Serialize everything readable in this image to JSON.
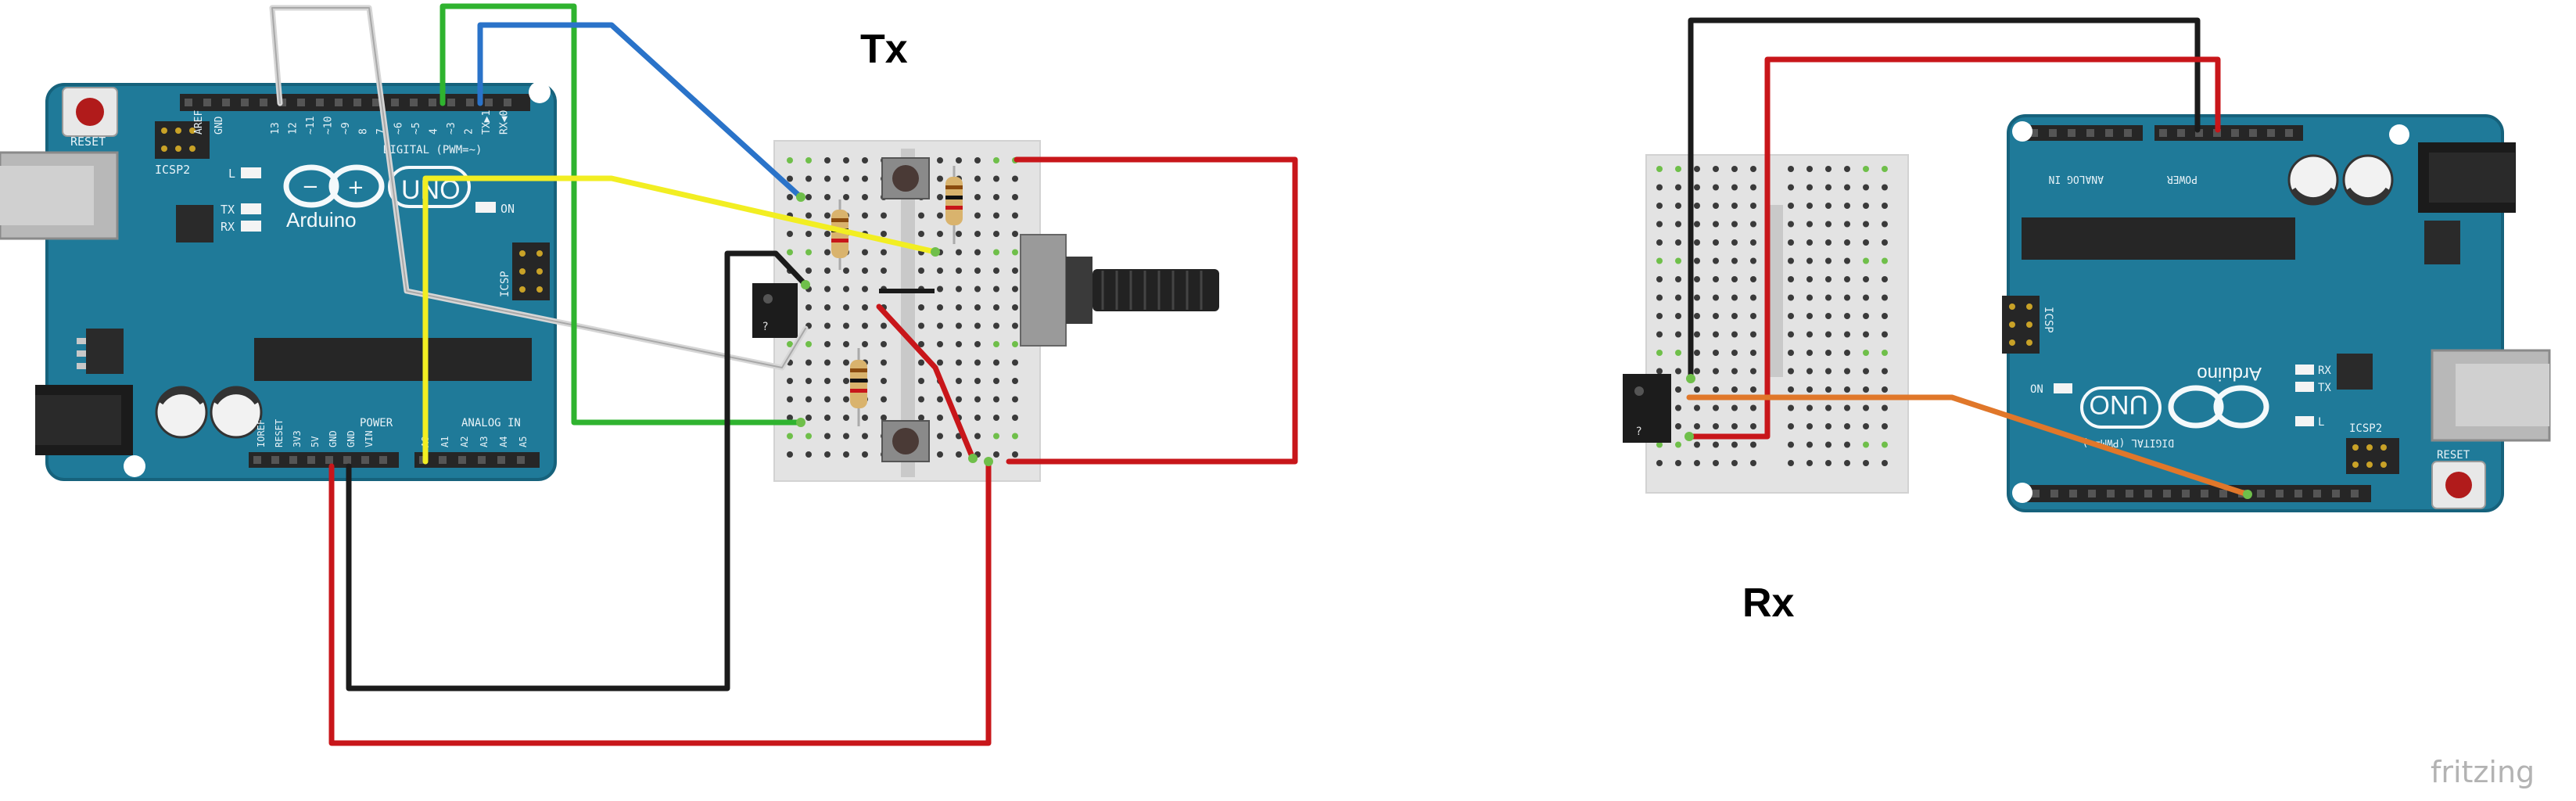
{
  "titles": {
    "tx": "Tx",
    "rx": "Rx"
  },
  "watermark": "fritzing",
  "uno_tx": {
    "reset": "RESET",
    "icsp2": "ICSP2",
    "icsp": "ICSP",
    "brand": "Arduino",
    "model": "UNO",
    "digital": "DIGITAL (PWM=~)",
    "power": "POWER",
    "analog": "ANALOG IN",
    "led_l": "L",
    "led_tx": "TX",
    "led_rx": "RX",
    "led_on": "ON",
    "aref": "AREF",
    "gnd": "GND",
    "pins_digital": [
      "13",
      "12",
      "~11",
      "~10",
      "~9",
      "8",
      "7",
      "~6",
      "~5",
      "4",
      "~3",
      "2",
      "TX▶1",
      "RX◀0"
    ],
    "pins_power": [
      "IOREF",
      "RESET",
      "3V3",
      "5V",
      "GND",
      "GND",
      "VIN"
    ],
    "pins_analog": [
      "A0",
      "A1",
      "A2",
      "A3",
      "A4",
      "A5"
    ]
  },
  "uno_rx": {
    "reset": "RESET",
    "icsp2": "ICSP2",
    "icsp": "ICSP",
    "brand": "Arduino",
    "model": "UNO",
    "digital": "DIGITAL (PWM=~)",
    "power": "POWER",
    "analog": "ANALOG IN",
    "led_l": "L",
    "led_tx": "TX",
    "led_rx": "RX",
    "led_on": "ON"
  },
  "colors": {
    "board": "#1f7a99",
    "board_edge": "#16627c",
    "breadboard": "#e2e2e2",
    "wire_red": "#c8161a",
    "wire_black": "#1b1b1b",
    "wire_blue": "#2a73c9",
    "wire_green": "#2fb32f",
    "wire_yellow": "#f2ee22",
    "wire_white": "#d8d8d8",
    "wire_orange": "#e0772a"
  }
}
